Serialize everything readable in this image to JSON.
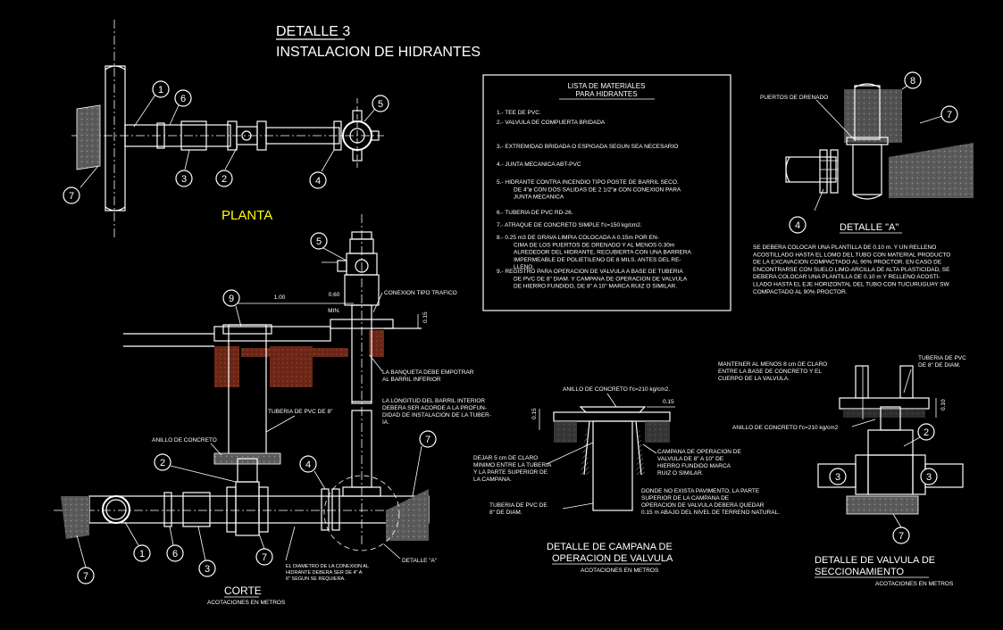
{
  "title": {
    "line1": "DETALLE 3",
    "line2": "INSTALACION DE HIDRANTES"
  },
  "planta": {
    "label": "PLANTA"
  },
  "materials": {
    "header1": "LISTA DE MATERIALES",
    "header2": "PARA HIDRANTES",
    "items": [
      [
        "1.- TEE DE PVC."
      ],
      [
        "2.- VALVULA DE COMPUERTA BRIDADA"
      ],
      [
        "3.- EXTREMIDAD BRIDADA O ESPIGADA SEGUN SEA NECESARIO"
      ],
      [
        "4.- JUNTA MECANICA ABT-PVC"
      ],
      [
        "5.- HIDRANTE CONTRA INCENDIO TIPO POSTE DE BARRIL SECO.",
        "DE 4\"ø CON DOS SALIDAS DE 2 1/2\"ø CON CONEXION PARA",
        "JUNTA MECANICA"
      ],
      [
        "6.- TUBERIA DE PVC RD-26."
      ],
      [
        "7.- ATRAQUE DE CONCRETO SIMPLE f'c=150 kg/cm2."
      ],
      [
        "8.- 0.25 m3 DE GRAVA LIMPIA COLOCADA A 0.15m POR EN-",
        "CIMA DE LOS PUERTOS DE DRENADO Y AL MENOS 0.30m",
        "ALREDEDOR DEL HIDRANTE, RECUBIERTA CON UNA BARRERA",
        "IMPERMEABLE DE POLIETILENO DE 8 MILS. ANTES DEL RE-",
        "LLENO."
      ],
      [
        "9.- REGISTRO PARA OPERACION DE VALVULA A BASE DE TUBERIA",
        "DE PVC DE 8\" DIAM. Y CAMPANA DE OPERACION DE VALVULA",
        "DE HIERRO FUNDIDO, DE 8\" A 10\" MARCA RUIZ O SIMILAR."
      ]
    ]
  },
  "detalle_a": {
    "puertos": "PUERTOS DE DRENADO",
    "title": "DETALLE \"A\"",
    "note": [
      "SE DEBERA COLOCAR UNA PLANTILLA DE  0.10 m. Y UN RELLENO",
      "ACOSTILLADO HASTA EL LOMO DEL TUBO CON MATERIAL PRODUCTO",
      "DE LA EXCAVACION COMPACTADO AL 90% PROCTOR. EN CASO DE",
      "ENCONTRARSE CON SUELO LIMO-ARCILLA DE ALTA PLASTICIDAD, SE",
      "DEBERA COLOCAR UNA PLANTILLA DE 0.10 m Y RELLENO ACOSTI-",
      "LLADO HASTA EL EJE HORIZONTAL DEL TUBO CON TUCURUGUAY SW",
      "COMPACTADO AL 90% PROCTOR."
    ]
  },
  "corte": {
    "title": "CORTE",
    "subtitle": "ACOTACIONES EN METROS",
    "conexion": "CONEXION TIPO TRAFICO",
    "dim1": "1.00",
    "dim2": "0.60",
    "dim2b": "MIN.",
    "dim3": "0.15",
    "banqueta": [
      "LA BANQUETA DEBE EMPOTRAR",
      "AL BARRIL INFERIOR"
    ],
    "longitud": [
      "LA LONGITUD DEL BARRIL INTERIOR",
      "DEBERA SER ACORDE A LA PROFUN-",
      "DIDAD DE INSTALACION DE LA TUBER-",
      "IA."
    ],
    "tuberia": "TUBERIA DE PVC DE 8\"",
    "anillo": "ANILLO DE CONCRETO",
    "diametro": [
      "EL DIAMETRO DE LA CONEXION AL",
      "HIDRANTE DEBERA SER DE 4\" A",
      "6\" SEGUN SE REQUIERA."
    ],
    "detalle_ref": "DETALLE \"A\""
  },
  "campana": {
    "anillo": "ANILLO DE CONCRETO f'c=210 kg/cm2.",
    "dim_left": "0.15",
    "dim_top": "0.15",
    "dejar": [
      "DEJAR 5 cm DE CLARO",
      "MINIMO ENTRE LA TUBERIA",
      "Y LA PARTE SUPERIOR DE",
      "LA CAMPANA."
    ],
    "campana_op": [
      "CAMPANA DE OPERACION DE",
      "VALVULA DE 8\" A 10\" DE",
      "HIERRO FUNDIDO MARCA",
      "RUIZ O SIMILAR."
    ],
    "donde": [
      "DONDE NO EXISTA PAVIMENTO, LA PARTE",
      "SUPERIOR DE LA CAMPANA DE",
      "OPERACION DE VALVULA DEBERA QUEDAR",
      "0.15 m ABAJO DEL NIVEL DE TERRENO NATURAL."
    ],
    "tuberia": [
      "TUBERIA DE PVC DE",
      "8\" DE DIAM."
    ],
    "title1": "DETALLE DE CAMPANA DE",
    "title2": "OPERACION DE VALVULA",
    "subtitle": "ACOTACIONES EN METROS"
  },
  "valvula": {
    "mantener": [
      "MANTENER AL MENOS 8 cm DE CLARO",
      "ENTRE LA BASE DE CONCRETO Y EL",
      "CUERPO DE LA VALVULA."
    ],
    "tuberia": [
      "TUBERIA DE PVC",
      "DE 8\" DE DIAM."
    ],
    "anillo": "ANILLO DE CONCRETO f'c=210 kg/cm2",
    "dim": "0.10",
    "title1": "DETALLE DE VALVULA DE",
    "title2": "SECCIONAMIENTO",
    "subtitle": "ACOTACIONES EN METROS"
  },
  "balloons": [
    "1",
    "2",
    "3",
    "4",
    "5",
    "6",
    "7",
    "8",
    "9"
  ],
  "colors": {
    "background": "#000000",
    "lines": "#ffffff",
    "title_planta": "#ffff00",
    "balloon_text": "#ffffff"
  }
}
